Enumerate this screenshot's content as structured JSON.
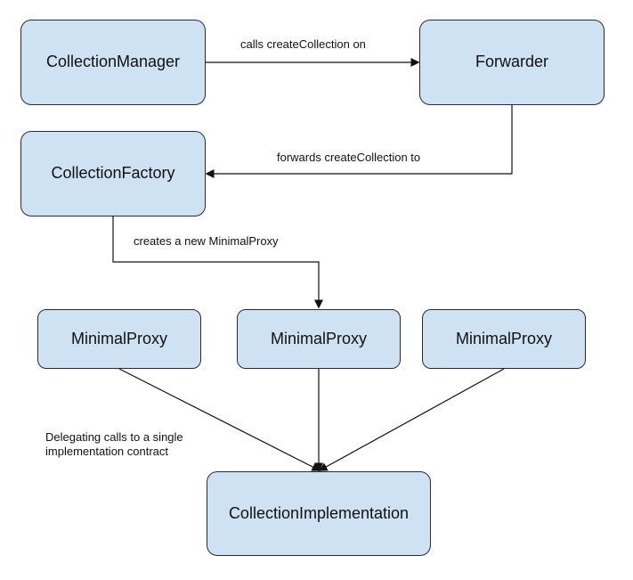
{
  "diagram": {
    "nodes": {
      "collection_manager": "CollectionManager",
      "forwarder": "Forwarder",
      "collection_factory": "CollectionFactory",
      "minimal_proxy_left": "MinimalProxy",
      "minimal_proxy_middle": "MinimalProxy",
      "minimal_proxy_right": "MinimalProxy",
      "collection_implementation": "CollectionImplementation"
    },
    "edges": {
      "calls_create_collection": "calls createCollection on",
      "forwards_create_collection": "forwards createCollection to",
      "creates_minimal_proxy": "creates a new MinimalProxy",
      "delegating_calls": "Delegating calls to a single implementation contract"
    },
    "colors": {
      "node_fill": "#cfe2f3",
      "line": "#111111"
    }
  }
}
